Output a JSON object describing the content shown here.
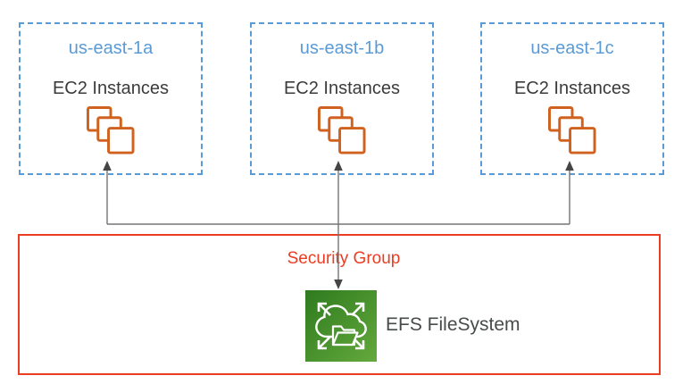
{
  "diagram": {
    "zones": [
      {
        "name": "us-east-1a",
        "resource_label": "EC2 Instances",
        "icon": "ec2-instances-stack-icon"
      },
      {
        "name": "us-east-1b",
        "resource_label": "EC2 Instances",
        "icon": "ec2-instances-stack-icon"
      },
      {
        "name": "us-east-1c",
        "resource_label": "EC2 Instances",
        "icon": "ec2-instances-stack-icon"
      }
    ],
    "security_group": {
      "label": "Security Group"
    },
    "efs": {
      "label": "EFS FileSystem",
      "icon": "efs-filesystem-icon"
    },
    "connections": [
      {
        "from": "EFS FileSystem",
        "to": "EC2 Instances us-east-1a",
        "arrow": "single-up"
      },
      {
        "from": "EFS FileSystem",
        "to": "EC2 Instances us-east-1b",
        "arrow": "double-headed"
      },
      {
        "from": "EFS FileSystem",
        "to": "EC2 Instances us-east-1c",
        "arrow": "single-up"
      }
    ],
    "colors": {
      "zone_border_blue": "#5B9BD5",
      "zone_title_blue": "#5B9BD5",
      "ec2_orange": "#D0611E",
      "security_group_red": "#EA3D23",
      "efs_green_dark": "#2E7A1E",
      "efs_green_light": "#64A93C",
      "text_dark": "#3B3B3B",
      "connector_gray": "#757575"
    }
  }
}
